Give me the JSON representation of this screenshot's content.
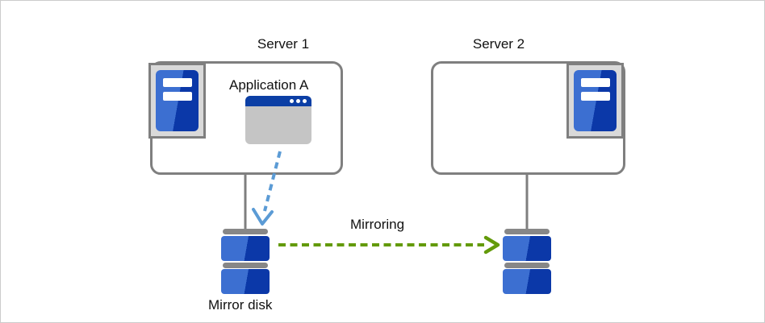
{
  "diagram": {
    "server1": {
      "title": "Server 1",
      "application_label": "Application A"
    },
    "server2": {
      "title": "Server 2"
    },
    "mirroring_label": "Mirroring",
    "mirror_disk_label": "Mirror disk"
  },
  "icons": {
    "server_tower": "server-icon",
    "application_window": "app-window-icon",
    "disk_stack": "disk-icon"
  },
  "colors": {
    "box_border_gray": "#7f7f7f",
    "icon_frame_gray": "#d9d9d9",
    "server_blue_light": "#3c6fd1",
    "server_blue_dark": "#0b38a8",
    "window_titlebar_blue": "#0c3fa5",
    "window_body_gray": "#c5c5c5",
    "disk_cap_gray": "#878787",
    "arrow_blue": "#5b9bd5",
    "arrow_green": "#639a0a",
    "page_border": "#cccccc"
  }
}
